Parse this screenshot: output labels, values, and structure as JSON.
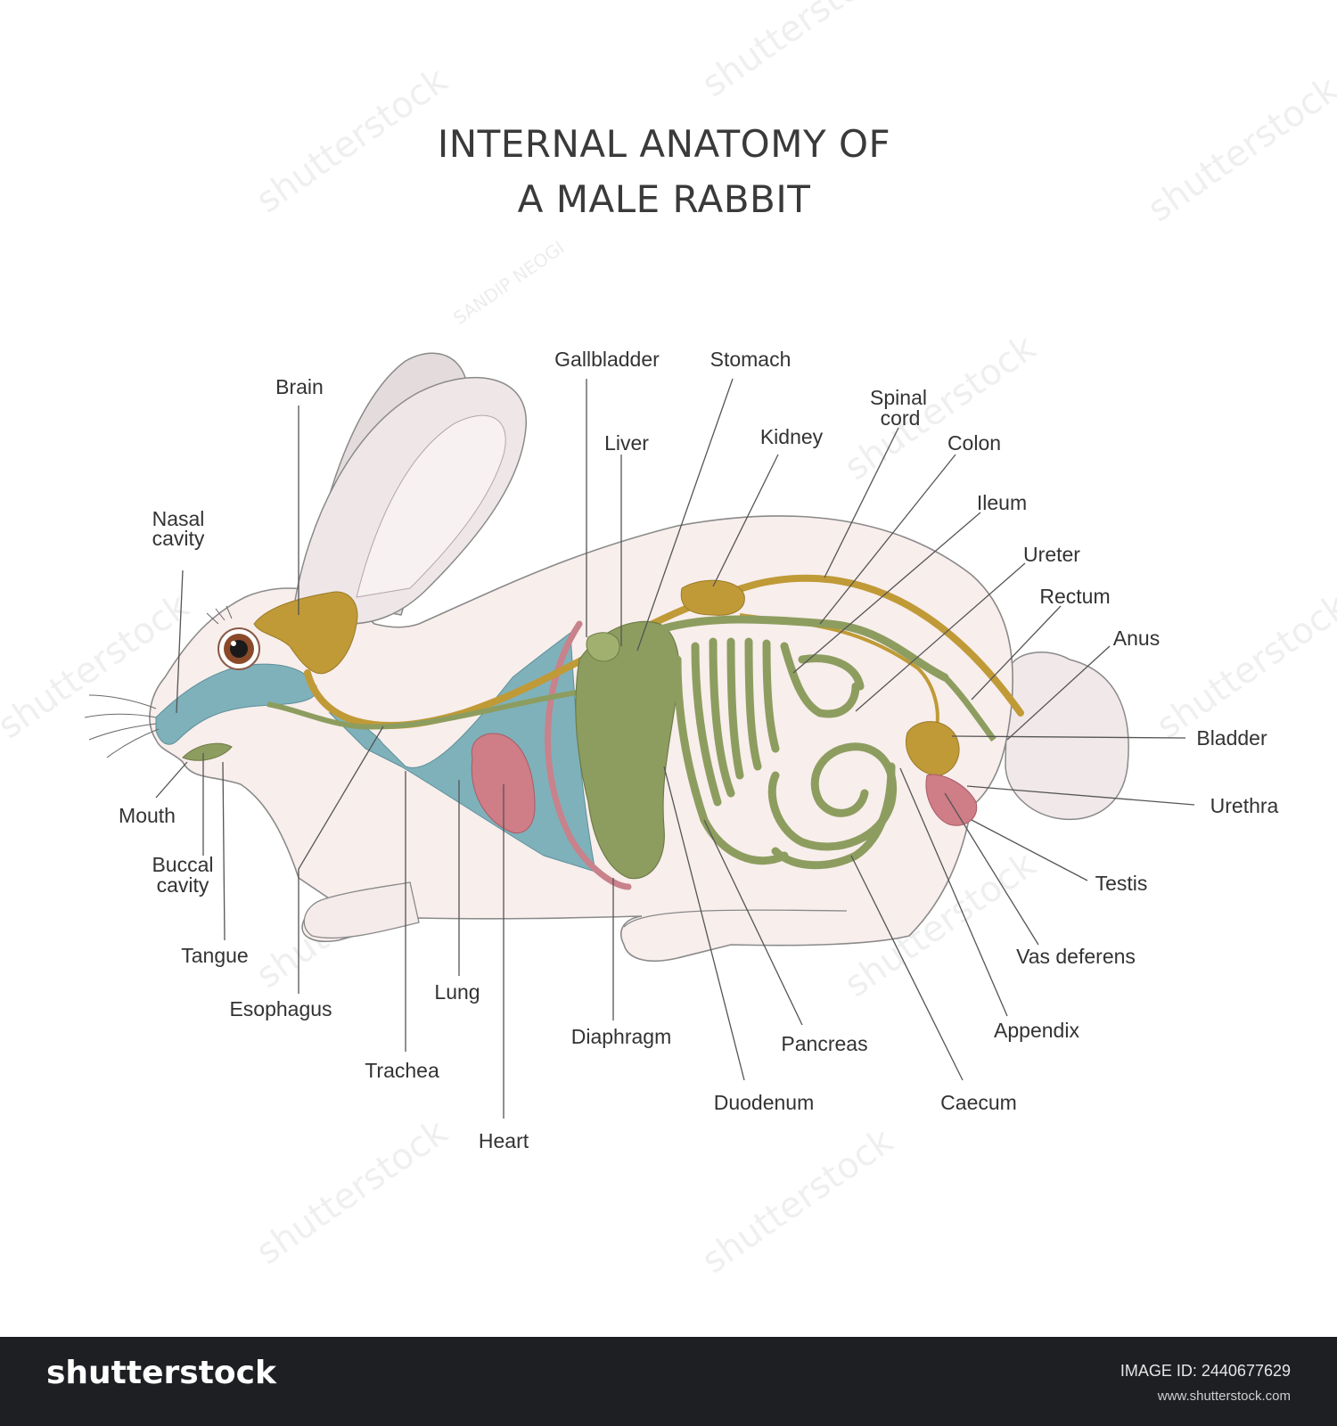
{
  "title": {
    "line1": "INTERNAL ANATOMY OF",
    "line2": "A MALE RABBIT"
  },
  "labels": {
    "brain": "Brain",
    "nasal_cavity_1": "Nasal",
    "nasal_cavity_2": "cavity",
    "mouth": "Mouth",
    "buccal_cavity_1": "Buccal",
    "buccal_cavity_2": "cavity",
    "tangue": "Tangue",
    "esophagus": "Esophagus",
    "trachea": "Trachea",
    "lung": "Lung",
    "heart": "Heart",
    "diaphragm": "Diaphragm",
    "gallbladder": "Gallbladder",
    "liver": "Liver",
    "stomach": "Stomach",
    "kidney": "Kidney",
    "spinal_cord_1": "Spinal",
    "spinal_cord_2": "cord",
    "colon": "Colon",
    "ileum": "Ileum",
    "ureter": "Ureter",
    "rectum": "Rectum",
    "anus": "Anus",
    "bladder": "Bladder",
    "urethra": "Urethra",
    "testis": "Testis",
    "vas_deferens": "Vas deferens",
    "appendix": "Appendix",
    "caecum": "Caecum",
    "pancreas": "Pancreas",
    "duodenum": "Duodenum"
  },
  "watermark": {
    "mark": "shutterstock",
    "credit": "SANDIP NEOGI"
  },
  "footer": {
    "brand": "shutterstock",
    "image_id": "IMAGE ID: 2440677629",
    "site": "www.shutterstock.com"
  },
  "colors": {
    "body": "#f8eeec",
    "outline": "#8a8a8a",
    "digestive": "#8d9d5f",
    "brain": "#c09a37",
    "respiratory": "#7fb1bb",
    "heart": "#cf7d86",
    "footer_bg": "#1d1f23"
  }
}
